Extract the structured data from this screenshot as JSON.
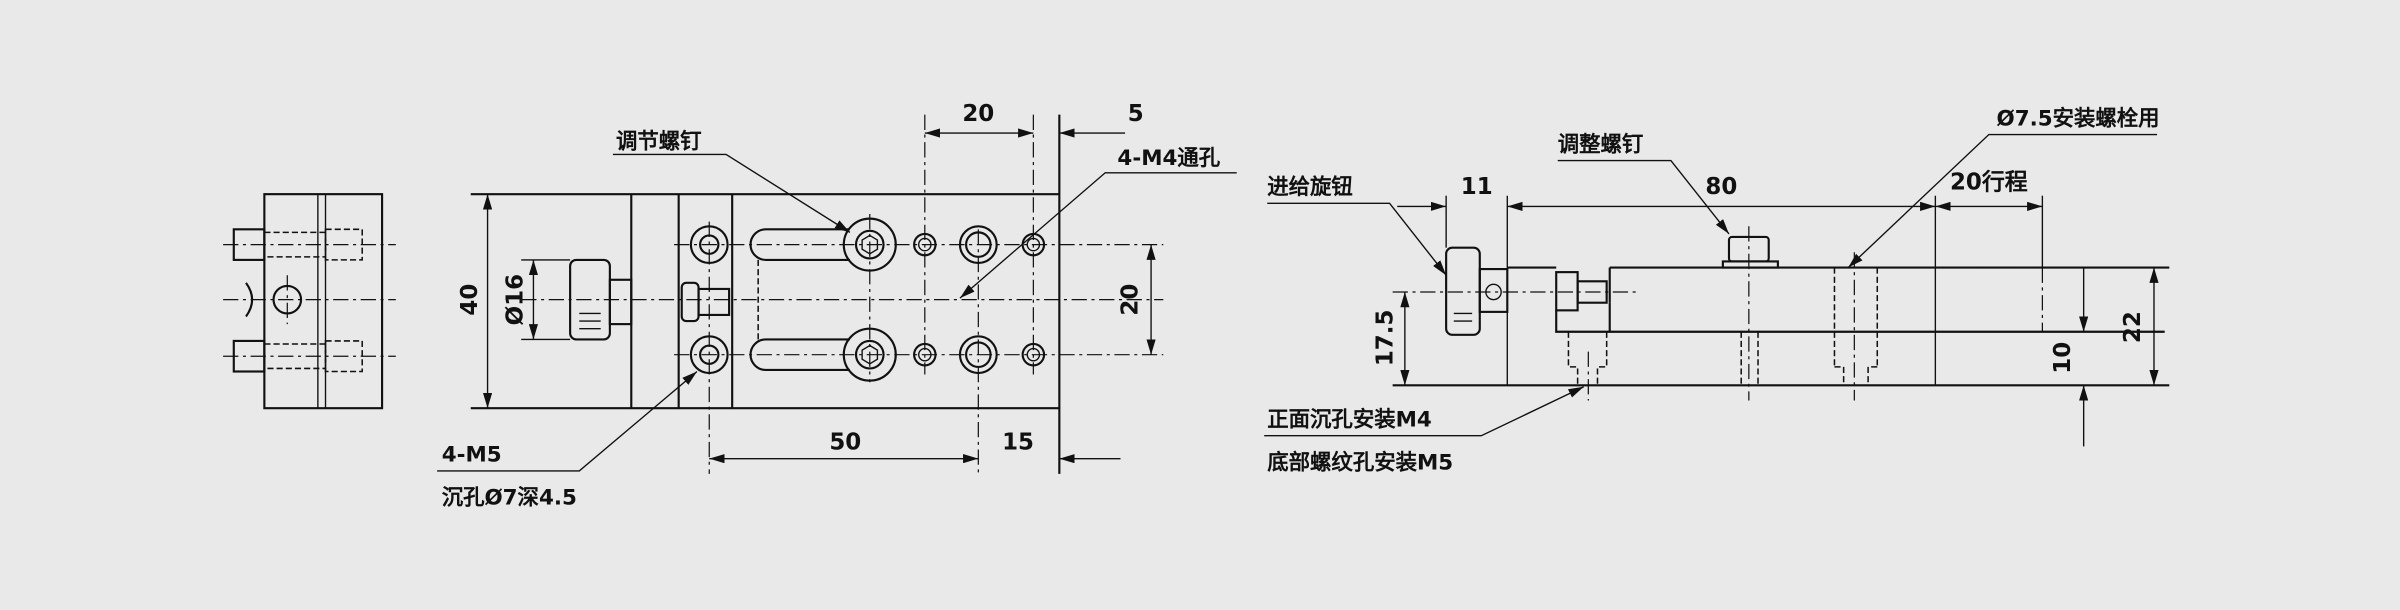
{
  "colors": {
    "background": "#e9e9e9",
    "ink": "#111111"
  },
  "top_view": {
    "dims": {
      "width_40": "40",
      "knob_dia": "Ø16",
      "top_pitch": "20",
      "right_edge": "5",
      "row_pitch": "20",
      "hole_span": "50",
      "end_offset": "15"
    },
    "labels": {
      "adjust_screw": "调节螺钉",
      "through_holes": "4-M4通孔",
      "mount_holes": "4-M5",
      "counterbore": "沉孔Ø7深4.5"
    }
  },
  "side_view": {
    "dims": {
      "knob_len": "11",
      "length": "80",
      "stroke": "20行程",
      "center_height": "17.5",
      "height": "22",
      "base": "10"
    },
    "labels": {
      "feed_knob": "进给旋钮",
      "adjust_screw": "调整螺钉",
      "bolt_hole": "Ø7.5安装螺栓用",
      "front_mount": "正面沉孔安装M4",
      "bottom_mount": "底部螺纹孔安装M5"
    }
  }
}
